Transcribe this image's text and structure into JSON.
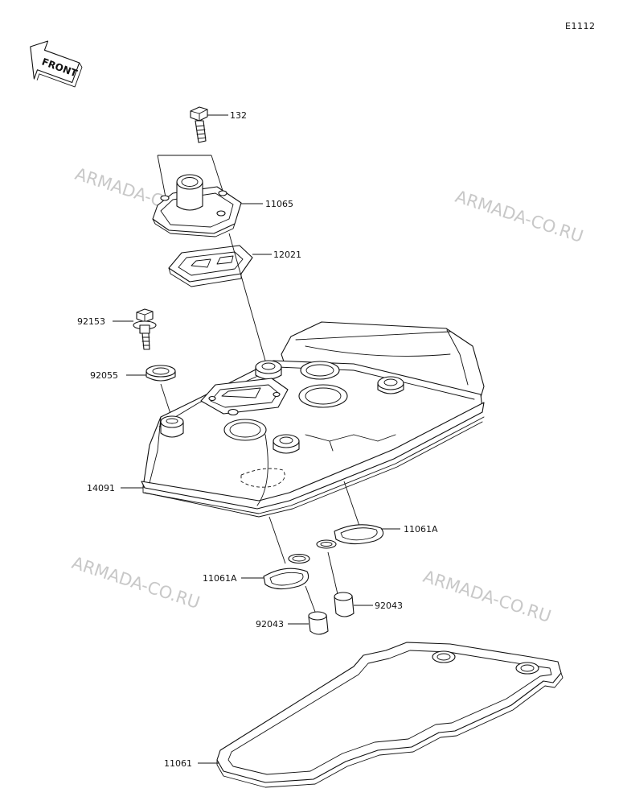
{
  "diagram": {
    "code": "E1112",
    "front_label": "FRONT",
    "watermark": "ARMADA-CO.RU",
    "parts": [
      {
        "id": "132",
        "label": "132"
      },
      {
        "id": "11065",
        "label": "11065"
      },
      {
        "id": "12021",
        "label": "12021"
      },
      {
        "id": "92153",
        "label": "92153"
      },
      {
        "id": "92055",
        "label": "92055"
      },
      {
        "id": "14091",
        "label": "14091"
      },
      {
        "id": "11061A-right",
        "label": "11061A"
      },
      {
        "id": "11061A-left",
        "label": "11061A"
      },
      {
        "id": "92043-right",
        "label": "92043"
      },
      {
        "id": "92043-left",
        "label": "92043"
      },
      {
        "id": "11061",
        "label": "11061"
      }
    ]
  }
}
